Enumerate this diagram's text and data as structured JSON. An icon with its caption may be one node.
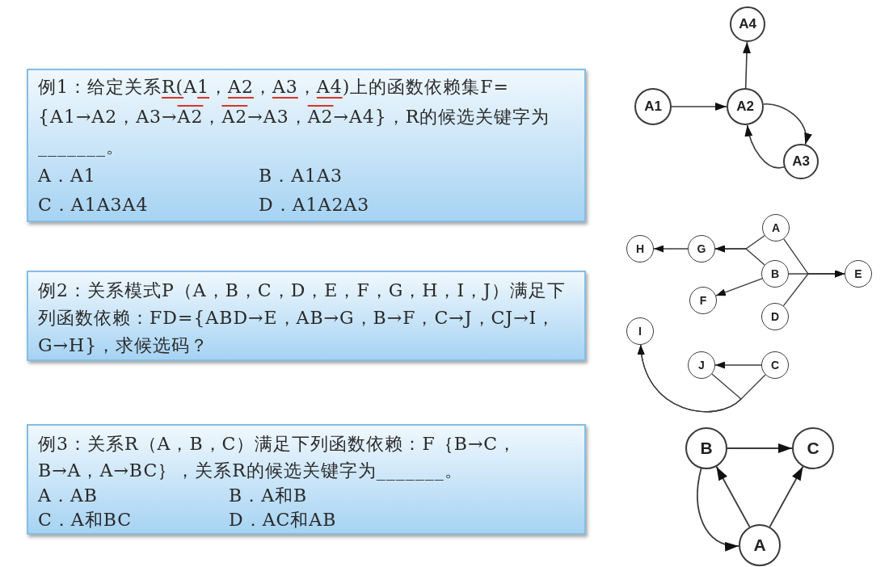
{
  "diagram": {
    "nodes": [
      {
        "text": [
          "例1：给定关系R(A1，A2，A3，A4)上的函数依赖集F={A1→A2，A3→A2，A2→A3，A2→A4}，R的候选关键字为_______。",
          "A．A1",
          "B．A1A3",
          "C．A1A3A4",
          "D．A1A2A3"
        ]
      },
      {
        "text": [
          "A4"
        ]
      },
      {
        "text": [
          "A1"
        ]
      },
      {
        "text": [
          "A2"
        ]
      },
      {
        "text": [
          "A3"
        ]
      },
      {
        "text": [
          "例2：关系模式P（A，B，C，D，E，F，G，H，I，J）满足下列函数依赖：FD={ABD→E，AB→G，B→F，C→J，CJ→I，G→H}，求候选码？"
        ]
      },
      {
        "text": [
          "A"
        ]
      },
      {
        "text": [
          "H"
        ]
      },
      {
        "text": [
          "G"
        ]
      },
      {
        "text": [
          "B"
        ]
      },
      {
        "text": [
          "E"
        ]
      },
      {
        "text": [
          "F"
        ]
      },
      {
        "text": [
          "D"
        ]
      },
      {
        "text": [
          "I"
        ]
      },
      {
        "text": [
          "J"
        ]
      },
      {
        "text": [
          "C"
        ]
      },
      {
        "text": [
          "例3：关系R（A，B，C）满足下列函数依赖：F｛B→C，B→A，A→BC｝，关系R的候选关键字为_______。",
          "A．AB",
          "B．A和B",
          "C．A和BC",
          "D．AC和AB"
        ]
      },
      {
        "text": [
          "B"
        ]
      },
      {
        "text": [
          "C"
        ]
      },
      {
        "text": [
          "A"
        ]
      }
    ],
    "edges": [
      {
        "from": 2,
        "to": 3,
        "arrow": "to"
      },
      {
        "from": 3,
        "to": 1,
        "arrow": "to"
      },
      {
        "from": 3,
        "to": 4,
        "arrow": "to"
      },
      {
        "from": 4,
        "to": 3,
        "arrow": "to"
      },
      {
        "from": 6,
        "to": 8,
        "arrow": "to"
      },
      {
        "from": 9,
        "to": 8,
        "arrow": "to"
      },
      {
        "from": 8,
        "to": 7,
        "arrow": "to"
      },
      {
        "from": 6,
        "to": 10,
        "arrow": "to"
      },
      {
        "from": 9,
        "to": 10,
        "arrow": "to"
      },
      {
        "from": 12,
        "to": 10,
        "arrow": "to"
      },
      {
        "from": 9,
        "to": 11,
        "arrow": "to"
      },
      {
        "from": 15,
        "to": 14,
        "arrow": "to"
      },
      {
        "from": 15,
        "to": 13,
        "arrow": "to"
      },
      {
        "from": 14,
        "to": 13,
        "arrow": "to"
      },
      {
        "from": 17,
        "to": 18,
        "arrow": "to"
      },
      {
        "from": 19,
        "to": 17,
        "arrow": "to"
      },
      {
        "from": 19,
        "to": 18,
        "arrow": "to"
      },
      {
        "from": 17,
        "to": 19,
        "arrow": "to"
      }
    ]
  }
}
